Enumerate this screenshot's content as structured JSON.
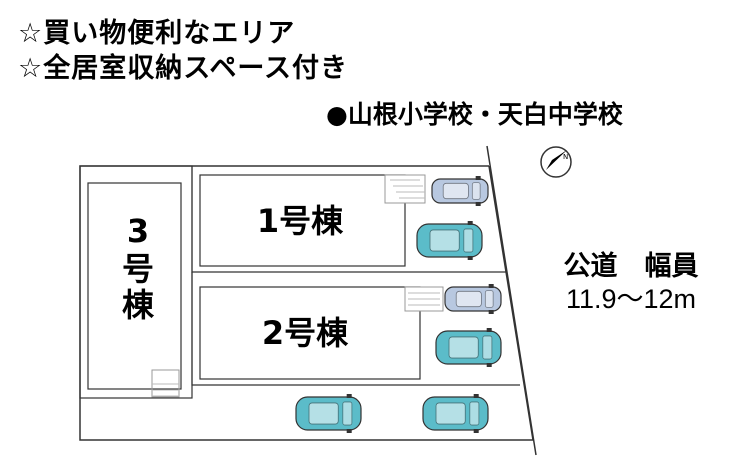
{
  "features": [
    "☆買い物便利なエリア",
    "☆全居室収納スペース付き"
  ],
  "school": "●山根小学校・天白中学校",
  "road": {
    "name": "公道　幅員",
    "width": "11.9～12m"
  },
  "lots": {
    "lot1": "1号棟",
    "lot2": "2号棟",
    "lot3": [
      "3",
      "号",
      "棟"
    ]
  },
  "colors": {
    "car_body": "#5bbcc9",
    "car_light": "#b8c8e0",
    "line": "#333333"
  },
  "icons": {
    "north_arrow": "compass-icon"
  }
}
